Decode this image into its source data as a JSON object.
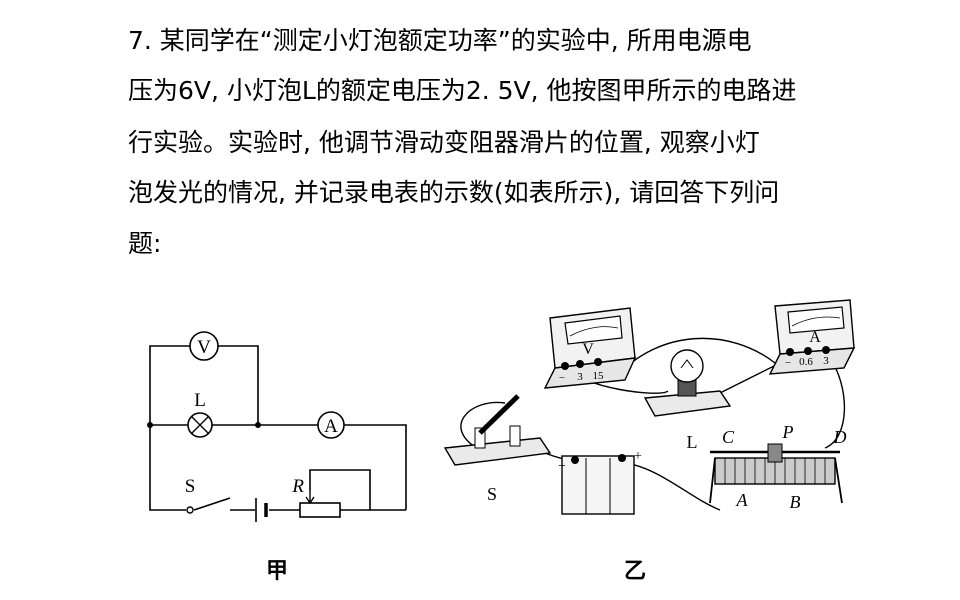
{
  "question": {
    "lines": [
      "7. 某同学在“测定小灯泡额定功率”的实验中, 所用电源电",
      "压为6V, 小灯泡L的额定电压为2. 5V, 他按图甲所示的电路进",
      "行实验。实验时, 他调节滑动变阻器滑片的位置, 观察小灯",
      "泡发光的情况, 并记录电表的示数(如表所示), 请回答下列问",
      "题:"
    ]
  },
  "figure_jia": {
    "caption": "甲",
    "labels": {
      "voltmeter": "V",
      "lamp": "L",
      "ammeter": "A",
      "switch": "S",
      "rheostat": "R"
    }
  },
  "figure_yi": {
    "caption": "乙",
    "labels": {
      "voltmeter": "V",
      "volt_terminals": [
        "−",
        "3",
        "15"
      ],
      "ammeter": "A",
      "amp_terminals": [
        "−",
        "0.6",
        "3"
      ],
      "lamp": "L",
      "switch": "S",
      "battery_neg": "−",
      "battery_pos": "+",
      "rheo_c": "C",
      "rheo_p": "P",
      "rheo_d": "D",
      "rheo_a": "A",
      "rheo_b": "B"
    }
  }
}
